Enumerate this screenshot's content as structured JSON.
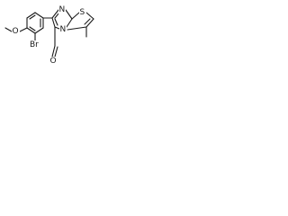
{
  "molecule": {
    "atoms": {
      "oxygen_methoxy": "O",
      "bromine": "Br",
      "nitrogen_imine": "N",
      "nitrogen_bridge": "N",
      "sulfur": "S",
      "oxygen_aldehyde": "O"
    },
    "label_color": "#1a1a1a",
    "bond_color": "#1a1a1a"
  }
}
